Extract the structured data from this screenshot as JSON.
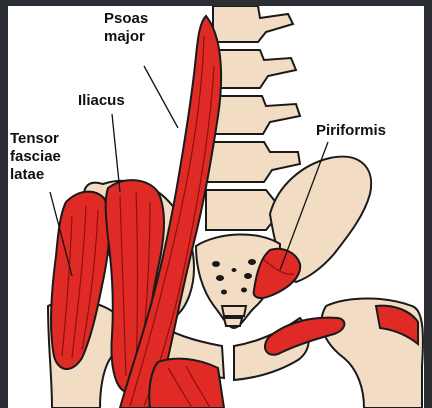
{
  "labels": {
    "psoas_major": [
      "Psoas",
      "major"
    ],
    "iliacus": "Iliacus",
    "tensor_fasciae_latae": [
      "Tensor",
      "fasciae",
      "latae"
    ],
    "piriformis": "Piriformis"
  },
  "colors": {
    "frame": "#2b2f33",
    "muscle": "#e02a25",
    "muscle_dark": "#a3130f",
    "bone": "#f2dcc4",
    "outline": "#1a1a1a",
    "leader": "#111111"
  }
}
